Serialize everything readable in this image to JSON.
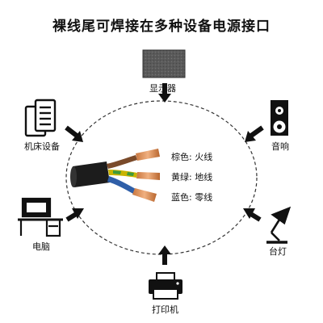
{
  "title": "裸线尾可焊接在多种设备电源接口",
  "devices": {
    "display": "显示器",
    "machine": "机床设备",
    "speaker": "音响",
    "computer": "电脑",
    "lamp": "台灯",
    "printer": "打印机"
  },
  "wires": [
    {
      "color_name": "棕色",
      "role": "火线",
      "sep": ": ",
      "color": "#7a4a2a"
    },
    {
      "color_name": "黄绿",
      "role": "地线",
      "sep": ": ",
      "color": "#c9b400"
    },
    {
      "color_name": "蓝色",
      "role": "零线",
      "sep": ": ",
      "color": "#2f5fa8"
    }
  ]
}
